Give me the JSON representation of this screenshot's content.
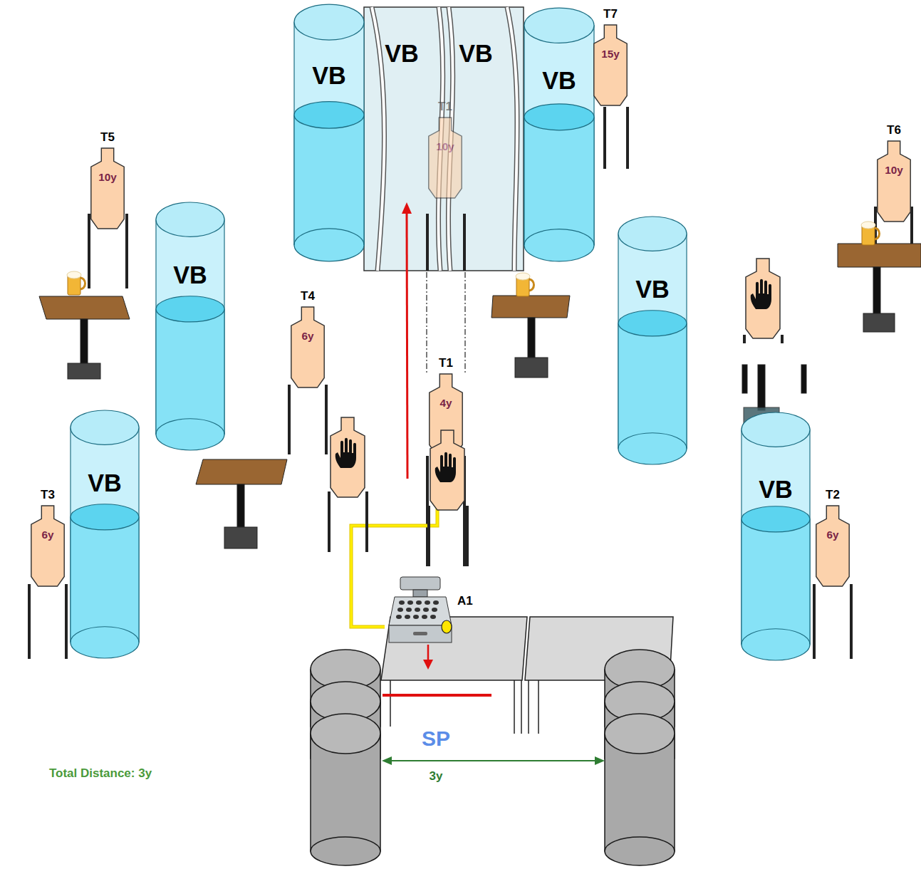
{
  "diagram": {
    "nodes": [
      {
        "text": [
          "VB"
        ]
      },
      {
        "text": [
          "VB"
        ]
      },
      {
        "text": [
          "VB"
        ]
      },
      {
        "text": [
          "VB"
        ]
      },
      {
        "text": [
          "T7",
          "15y"
        ]
      },
      {
        "text": [
          "T1",
          "10y"
        ]
      },
      {
        "text": [
          "T5",
          "10y"
        ]
      },
      {
        "text": [
          "T6",
          "10y"
        ]
      },
      {
        "text": [
          "VB"
        ]
      },
      {
        "text": [
          "VB"
        ]
      },
      {
        "text": [
          "T4",
          "6y"
        ]
      },
      {
        "text": [
          "T1",
          "4y"
        ]
      },
      {
        "text": [
          "T3",
          "6y"
        ]
      },
      {
        "text": [
          "VB"
        ]
      },
      {
        "text": [
          "VB"
        ]
      },
      {
        "text": [
          "T2",
          "6y"
        ]
      },
      {
        "text": [
          "A1"
        ]
      }
    ],
    "edges": [
      {
        "from": 16,
        "to": 11,
        "arrow": "none"
      }
    ],
    "labels": [
      "SP",
      "3y",
      "Total Distance: 3y"
    ]
  }
}
